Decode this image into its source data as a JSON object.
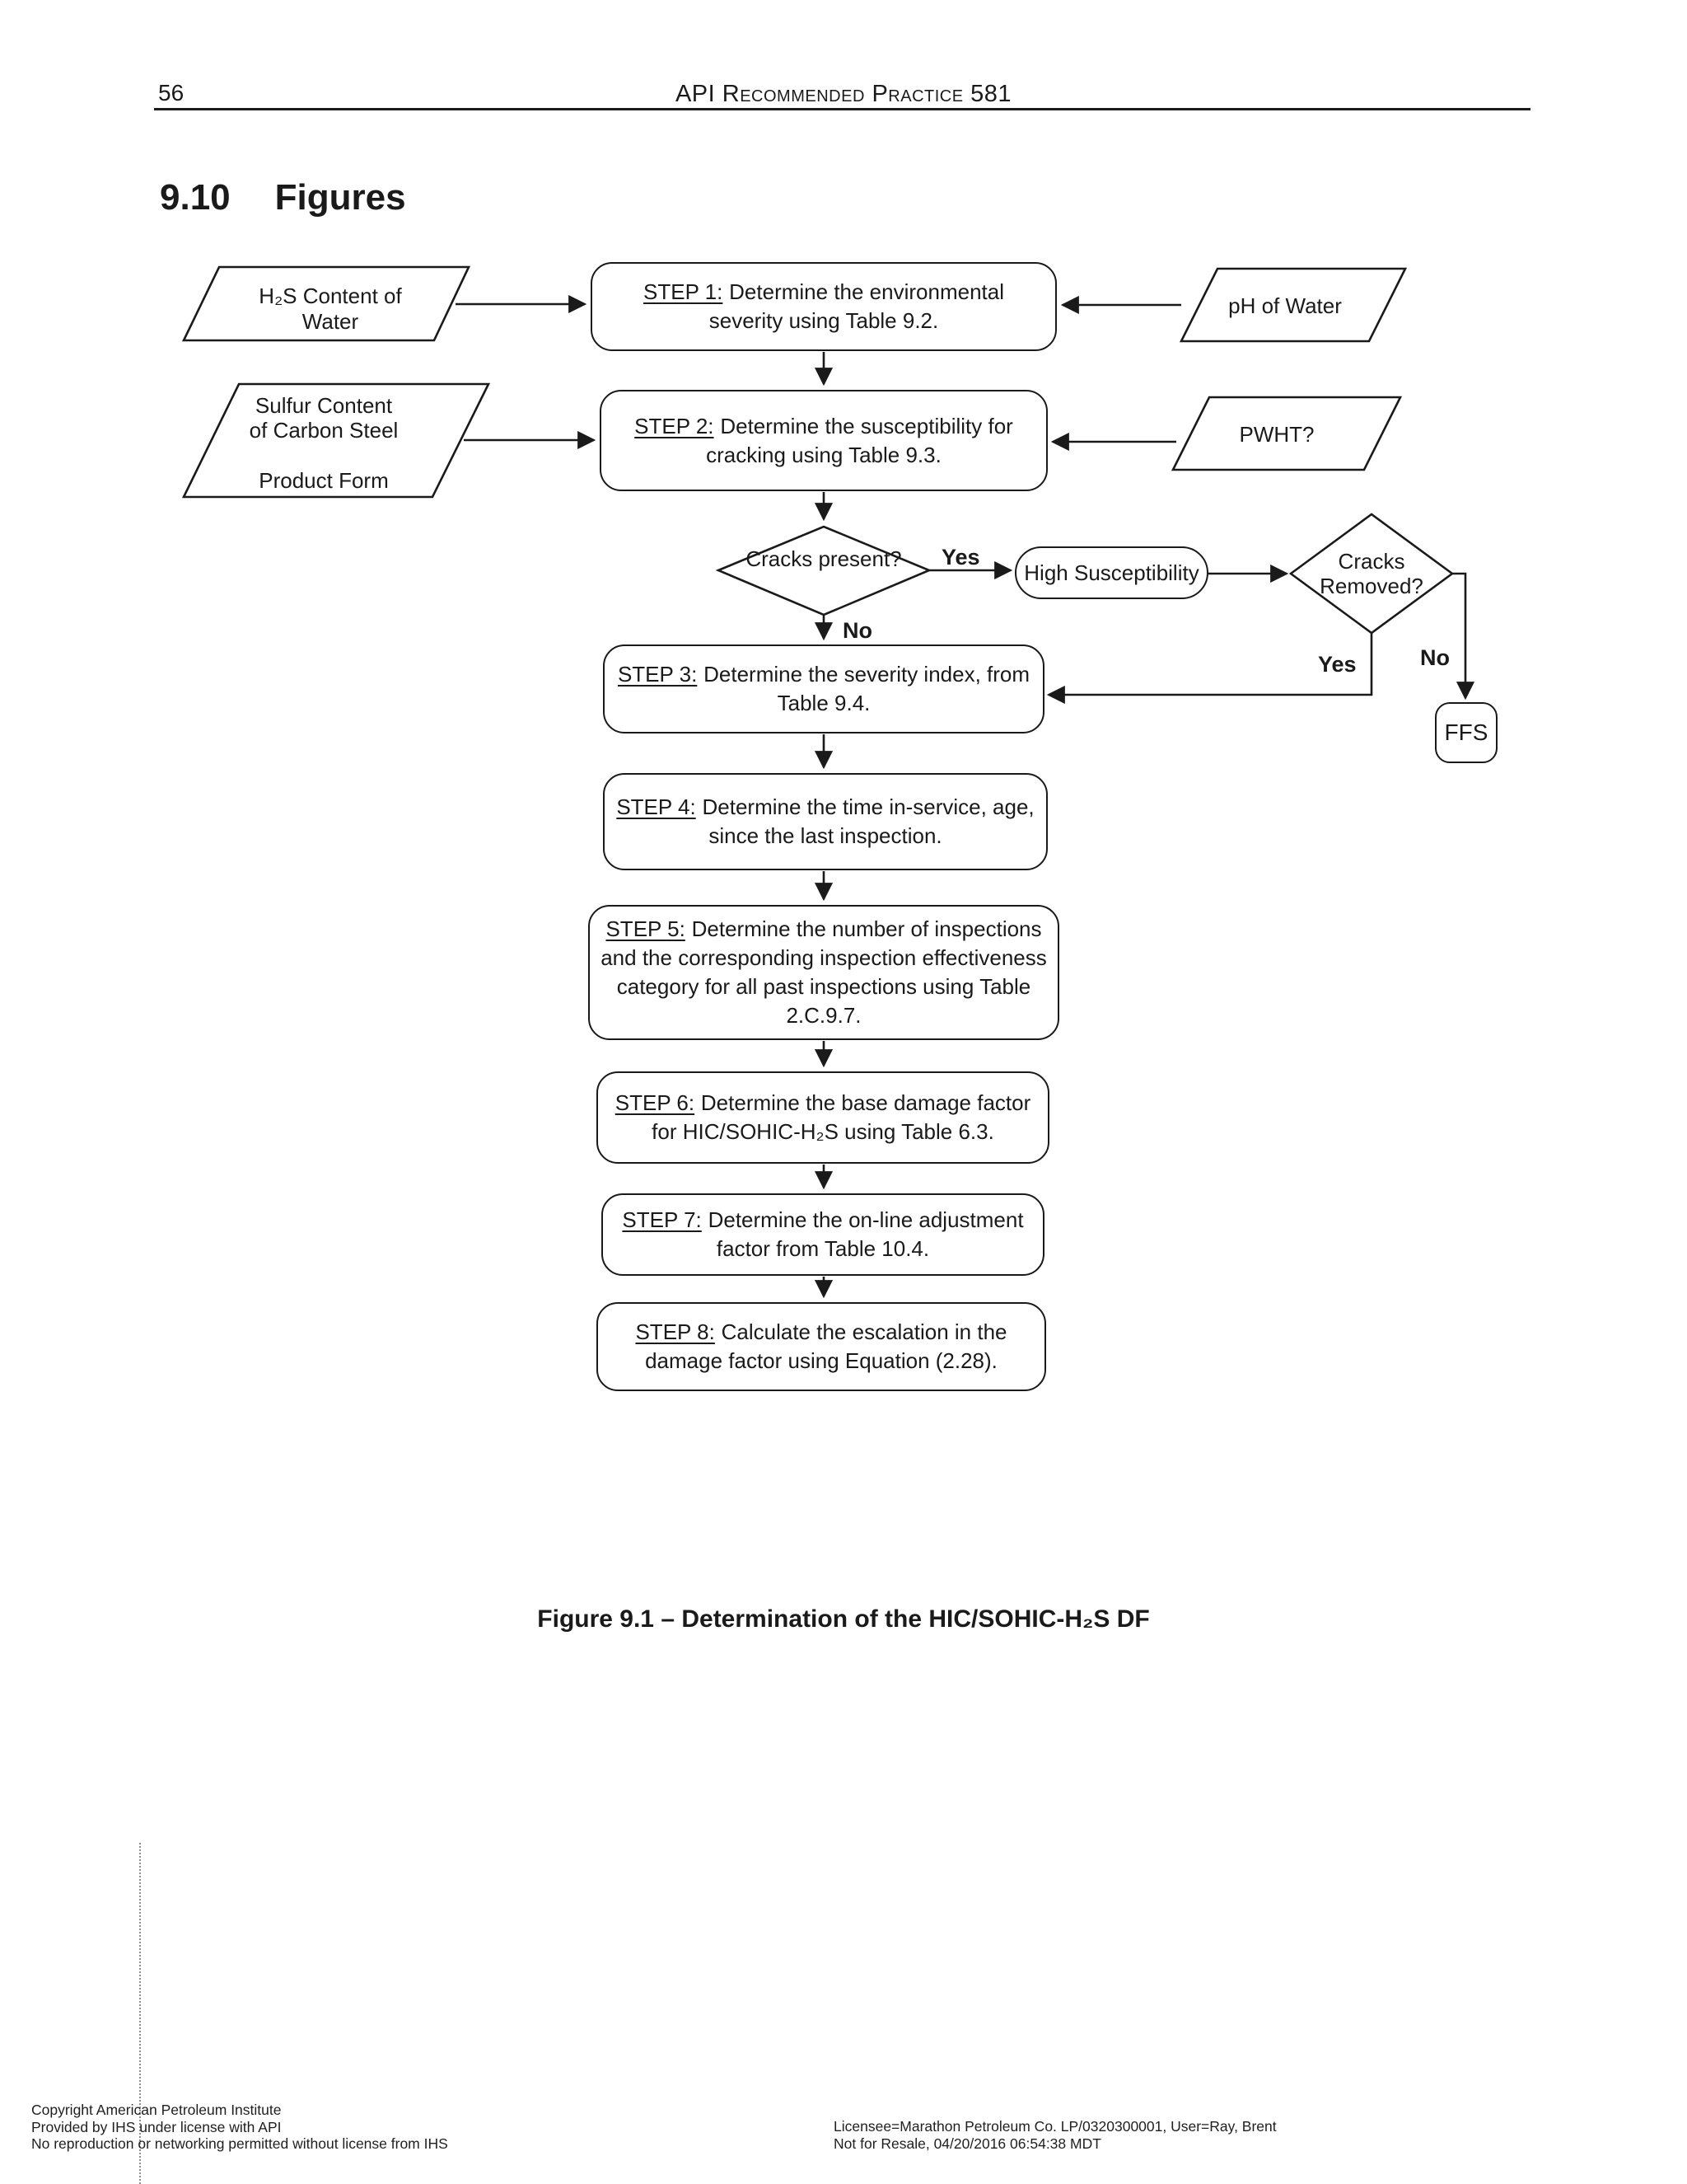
{
  "page": {
    "number": "56",
    "header_title": "API Recommended Practice 581",
    "section_number": "9.10",
    "section_title": "Figures",
    "caption": "Figure 9.1 – Determination of the HIC/SOHIC-H₂S DF"
  },
  "flow": {
    "inputs": {
      "h2s": "H₂S Content of Water",
      "sulfur": [
        "Sulfur Content",
        "of Carbon Steel",
        "Product Form"
      ],
      "ph": "pH of Water",
      "pwht": "PWHT?"
    },
    "decisions": {
      "cracks_present": "Cracks present?",
      "cracks_removed": "Cracks Removed?"
    },
    "nodes": {
      "high_susceptibility": "High Susceptibility",
      "ffs": "FFS"
    },
    "labels": {
      "cracks_present_yes": "Yes",
      "cracks_present_no": "No",
      "cracks_removed_yes": "Yes",
      "cracks_removed_no": "No"
    },
    "steps": [
      {
        "label": "STEP 1:",
        "text": "Determine the environmental severity using Table 9.2."
      },
      {
        "label": "STEP 2:",
        "text": "Determine the susceptibility for cracking using Table 9.3."
      },
      {
        "label": "STEP 3:",
        "text": "Determine the severity index, from Table 9.4."
      },
      {
        "label": "STEP 4:",
        "text": "Determine the time in-service, age, since the last inspection."
      },
      {
        "label": "STEP 5:",
        "text": "Determine the number of inspections and the corresponding inspection effectiveness category for all past inspections using Table 2.C.9.7."
      },
      {
        "label": "STEP 6:",
        "text": "Determine the base damage factor for HIC/SOHIC-H₂S using Table 6.3."
      },
      {
        "label": "STEP 7:",
        "text": "Determine the on-line adjustment factor from Table 10.4."
      },
      {
        "label": "STEP 8:",
        "text": "Calculate the escalation in the damage factor using Equation (2.28)."
      }
    ]
  },
  "footer": {
    "left": [
      "Copyright American Petroleum Institute",
      "Provided by IHS under license with API",
      "No reproduction or networking permitted without license from IHS"
    ],
    "right": [
      "Licensee=Marathon Petroleum Co. LP/0320300001, User=Ray, Brent",
      "Not for Resale, 04/20/2016 06:54:38 MDT"
    ]
  }
}
